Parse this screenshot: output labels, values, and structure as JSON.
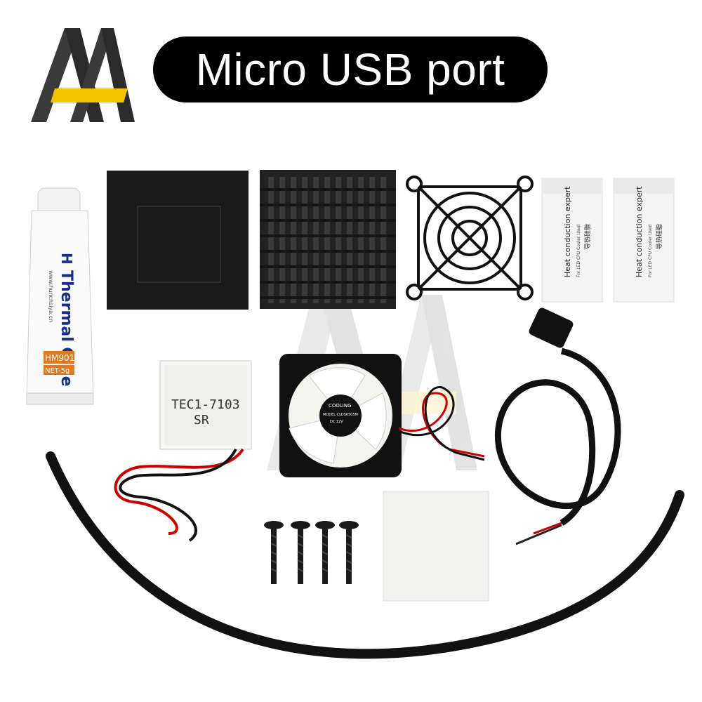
{
  "header": {
    "title": "Micro USB port"
  },
  "logo": {
    "icon": "brand-logo-icon",
    "accent_color": "#f5c200"
  },
  "products": {
    "thermal_glue": {
      "brand_mark": "H",
      "name": "Thermal Glue",
      "url": "www.hunchsiya.cn",
      "model": "HM901",
      "net": "NET-5g"
    },
    "tec_module": {
      "model": "TEC1-7103",
      "suffix": "SR"
    },
    "fan": {
      "brand": "COOLING",
      "model": "MODEL CLDS0505M",
      "voltage": "DC 12V"
    },
    "grease_packet": {
      "title": "Heat conduction expert",
      "subtitle": "For LED CPU Cooler Used",
      "cn_label": "导热硅脂"
    }
  }
}
